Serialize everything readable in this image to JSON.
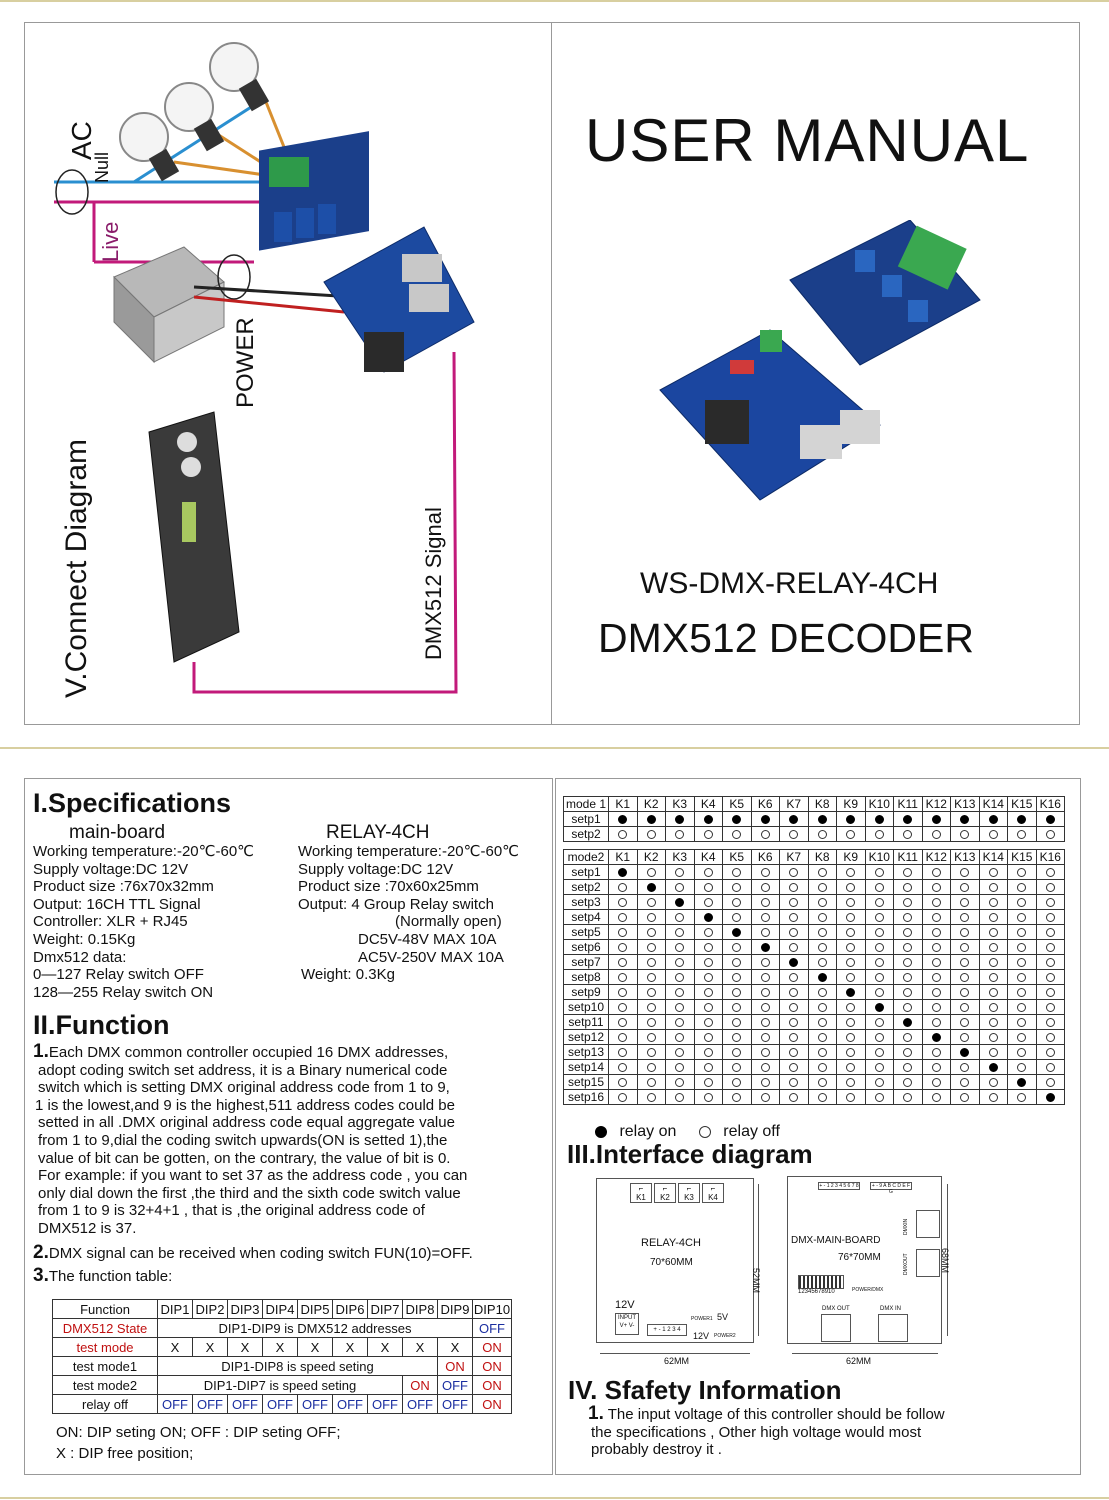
{
  "cover": {
    "title": "USER MANUAL",
    "model": "WS-DMX-RELAY-4CH",
    "product": "DMX512 DECODER"
  },
  "connect": {
    "heading": "V.Connect Diagram",
    "labels": {
      "ac": "AC",
      "null": "Null",
      "live": "Live",
      "power": "POWER",
      "signal": "DMX512 Signal"
    }
  },
  "specs": {
    "heading": "I.Specifications",
    "main_title": "main-board",
    "relay_title": "RELAY-4CH",
    "main_lines": [
      "Working temperature:-20℃-60℃",
      "Supply voltage:DC 12V",
      "Product size :76x70x32mm",
      "Output: 16CH TTL  Signal",
      "Controller: XLR + RJ45",
      "Weight: 0.15Kg",
      "Dmx512 data:",
      "0—127  Relay switch OFF",
      "128—255   Relay switch ON"
    ],
    "relay_lines": [
      "Working temperature:-20℃-60℃",
      "Supply voltage:DC 12V",
      "Product size :70x60x25mm",
      "Output: 4 Group Relay switch",
      "(Normally open)",
      "DC5V-48V   MAX 10A",
      "AC5V-250V   MAX 10A",
      "Weight: 0.3Kg"
    ]
  },
  "function": {
    "heading": "II.Function",
    "p1_num": "1.",
    "p1_lines": [
      "Each DMX common controller occupied 16 DMX addresses,",
      "adopt coding switch set address, it is a Binary numerical code",
      "switch which is setting DMX original address code from 1 to 9,",
      "1 is the lowest,and 9 is the highest,511 address codes  could be",
      "setted  in all .DMX original address code equal aggregate value",
      "from 1 to 9,dial the coding switch upwards(ON is setted 1),the",
      "value of bit can be  gotten, on the contrary, the value of bit is 0.",
      "For example: if you want to set 37 as the address code , you can",
      "only dial down the first ,the third and the  sixth code switch value",
      "from 1 to 9 is 32+4+1 , that is ,the original address  code of",
      "DMX512 is 37."
    ],
    "p2_num": "2.",
    "p2_text": "DMX signal can be received when coding switch FUN(10)=OFF.",
    "p3_num": "3.",
    "p3_text": "The function table:",
    "table_header": [
      "Function",
      "DIP1",
      "DIP2",
      "DIP3",
      "DIP4",
      "DIP5",
      "DIP6",
      "DIP7",
      "DIP8",
      "DIP9",
      "DIP10"
    ],
    "rows": {
      "dmx": {
        "label": "DMX512 State",
        "span": "DIP1-DIP9 is DMX512 addresses",
        "dip10": "OFF"
      },
      "test": {
        "label": "test mode",
        "x": "X",
        "dip10": "ON"
      },
      "test1": {
        "label": "test mode1",
        "span": "DIP1-DIP8 is speed seting",
        "dip9": "ON",
        "dip10": "ON"
      },
      "test2": {
        "label": "test mode2",
        "span": "DIP1-DIP7 is speed seting",
        "dip8": "ON",
        "dip9": "OFF",
        "dip10": "ON"
      },
      "relay": {
        "label": "relay off",
        "off": "OFF",
        "dip10": "ON"
      }
    },
    "legend1": "ON: DIP seting ON;    OFF :  DIP seting OFF;",
    "legend2": "X :  DIP free position;"
  },
  "mode1": {
    "header": [
      "mode 1",
      "K1",
      "K2",
      "K3",
      "K4",
      "K5",
      "K6",
      "K7",
      "K8",
      "K9",
      "K10",
      "K11",
      "K12",
      "K13",
      "K14",
      "K15",
      "K16"
    ],
    "rows": [
      "setp1",
      "setp2"
    ]
  },
  "mode2": {
    "header": [
      "mode2",
      "K1",
      "K2",
      "K3",
      "K4",
      "K5",
      "K6",
      "K7",
      "K8",
      "K9",
      "K10",
      "K11",
      "K12",
      "K13",
      "K14",
      "K15",
      "K16"
    ],
    "rows": [
      "setp1",
      "setp2",
      "setp3",
      "setp4",
      "setp5",
      "setp6",
      "setp7",
      "setp8",
      "setp9",
      "setp10",
      "setp11",
      "setp12",
      "setp13",
      "setp14",
      "setp15",
      "setp16"
    ]
  },
  "relay_legend": {
    "on": "relay on",
    "off": "relay off"
  },
  "interface": {
    "heading": "III.Interface diagram",
    "relay_board": "RELAY-4CH",
    "relay_size": "70*60MM",
    "relay_width": "62MM",
    "relay_height": "52MM",
    "relay_keys": [
      "K1",
      "K2",
      "K3",
      "K4"
    ],
    "v12": "12V",
    "input": "INPUT",
    "vplus": "V+",
    "vminus": "V-",
    "pins": "+ - 1 2 3 4",
    "power_small": "POWER1",
    "v5": "5V",
    "v12b": "12V",
    "power2": "POWER2",
    "main_board": "DMX-MAIN-BOARD",
    "main_size": "76*70MM",
    "main_width": "62MM",
    "main_height": "68MM",
    "top_pins1": "+ - 1 2 3 4 5 6 7 8",
    "top_pins2": "+ - 9 A B C D E F G",
    "dmxin": "DMXIN",
    "dmxout": "DMXOUT",
    "dip_numbers": "12345678910",
    "powerdmx": "POWER/DMX",
    "dmx_out": "DMX OUT",
    "dmx_in": "DMX IN"
  },
  "safety": {
    "heading": "IV. Sfafety Information",
    "num": "1.",
    "lines": [
      "The input voltage of this controller should be follow",
      "the specifications , Other high voltage would most",
      "probably destroy it ."
    ]
  }
}
